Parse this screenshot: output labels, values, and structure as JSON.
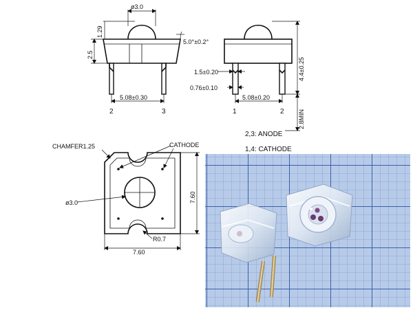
{
  "front_view": {
    "dia_dim": "ø3.0",
    "dome_height_dim": "1.29",
    "body_height_dim": "2.5",
    "angle_dim": "5.0°±0.2°",
    "pitch_dim": "5.08±0.30",
    "pin_left": "2",
    "pin_right": "3"
  },
  "side_view": {
    "height_dim": "4.4±0.25",
    "lead_width_dim": "1.5±0.20",
    "lead_thick_dim": "0.76±0.10",
    "pitch_dim": "5.08±0.20",
    "lead_min_dim": "2.8MIN",
    "pin_left": "1",
    "pin_right": "2"
  },
  "pinout": {
    "anode": "2,3:  ANODE",
    "cathode": "1,4:  CATHODE"
  },
  "top_view": {
    "chamfer_label": "CHAMFER1.25",
    "cathode_label": "CATHODE",
    "dia_label": "ø3.0",
    "radius_label": "R0.7",
    "width_dim": "7.60",
    "height_dim": "7.60"
  },
  "colors": {
    "line": "#111111",
    "grid_background": "#b7cbe9",
    "grid_major": "#3b5fa8",
    "grid_minor": "#7e9bd0",
    "led_body": "#e8f0f8",
    "led_chip": "#6a3a6e"
  }
}
